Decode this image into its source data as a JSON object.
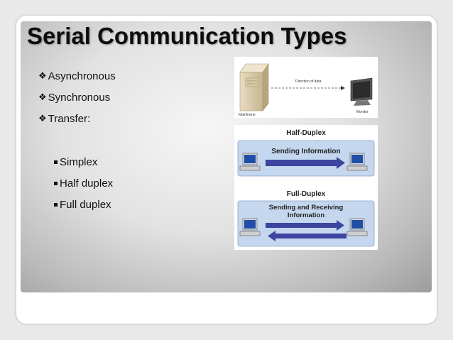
{
  "slide": {
    "title": "Serial Communication Types",
    "bullets": [
      {
        "text": "Asynchronous"
      },
      {
        "text": "Synchronous"
      },
      {
        "text": "Transfer:"
      }
    ],
    "sub_bullets": [
      {
        "text": "Simplex"
      },
      {
        "text": "Half duplex"
      },
      {
        "text": "Full duplex"
      }
    ],
    "bullet_glyph": "❖",
    "sub_bullet_glyph": "square"
  },
  "simplex_figure": {
    "direction_label": "Direction of data",
    "left_label": "Mainframe",
    "right_label": "Monitor"
  },
  "duplex_figure": {
    "half_title": "Half-Duplex",
    "half_label": "Sending Information",
    "full_title": "Full-Duplex",
    "full_label_line1": "Sending and Receiving",
    "full_label_line2": "Information",
    "accent_color": "#3b45a0",
    "panel_color": "#c4d7ee"
  }
}
